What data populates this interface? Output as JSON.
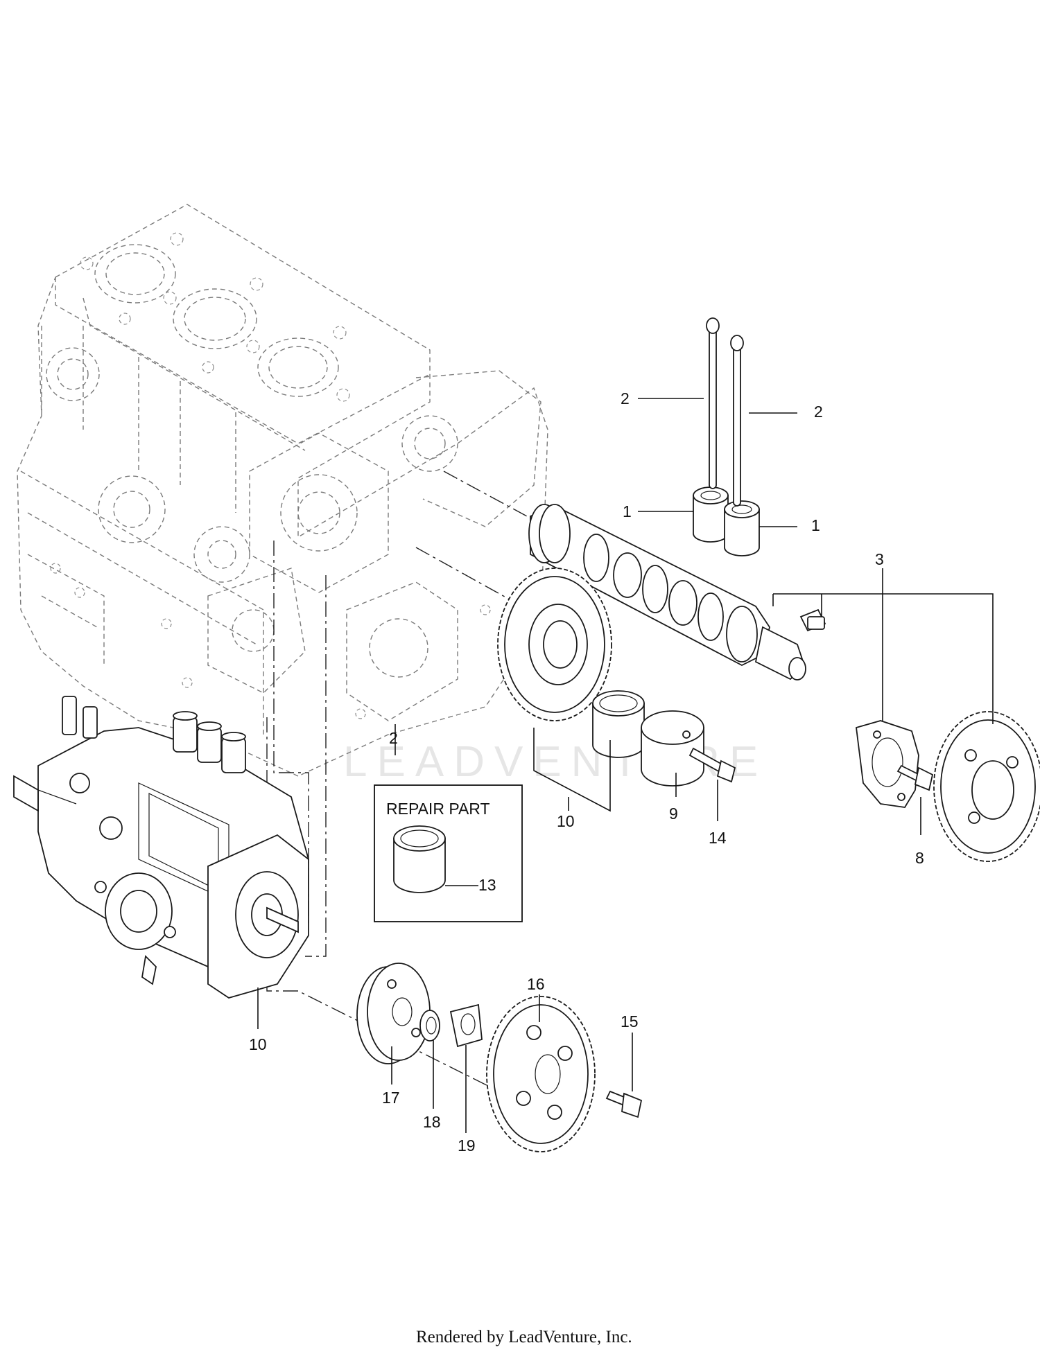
{
  "callouts": {
    "c1a": "1",
    "c1b": "1",
    "c2a": "2",
    "c2b": "2",
    "c2c": "2",
    "c3": "3",
    "c8": "8",
    "c9": "9",
    "c10a": "10",
    "c10b": "10",
    "c13": "13",
    "c14": "14",
    "c15": "15",
    "c16": "16",
    "c17": "17",
    "c18": "18",
    "c19": "19"
  },
  "repair_box": {
    "title": "REPAIR PART"
  },
  "watermark": "LEADVENTURE",
  "footer": {
    "text": "Rendered by LeadVenture, Inc."
  }
}
